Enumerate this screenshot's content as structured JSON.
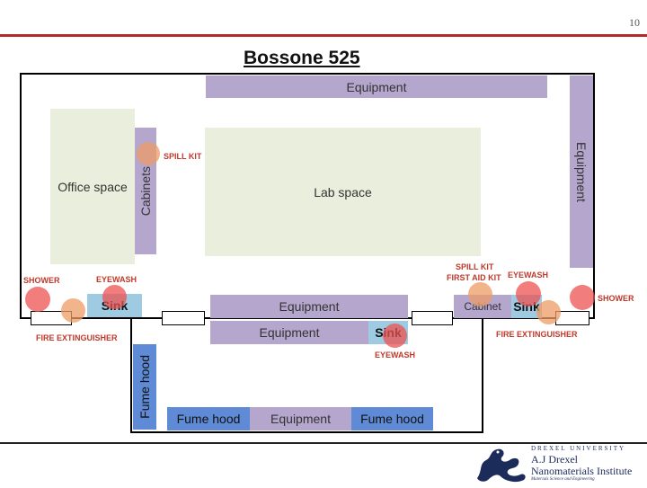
{
  "page_number": "10",
  "title": "Bossone 525",
  "areas": {
    "equipment_top": "Equipment",
    "equipment_right": "Equipment",
    "office": "Office space",
    "cabinets": "Cabinets",
    "lab": "Lab space",
    "equipment_mid_upper": "Equipment",
    "equipment_mid_lower": "Equipment",
    "sink_left": "Sink",
    "sink_center": "Sink",
    "sink_right": "Sink",
    "cabinet_right": "Cabinet",
    "fume_hood_vertical": "Fume hood",
    "fume_hood_bottom_left": "Fume hood",
    "equipment_bottom": "Equipment",
    "fume_hood_bottom_right": "Fume hood"
  },
  "safety_labels": {
    "spill_kit_top": "SPILL KIT",
    "shower_left": "SHOWER",
    "eyewash_left": "EYEWASH",
    "fire_ext_left": "FIRE EXTINGUISHER",
    "eyewash_center": "EYEWASH",
    "spill_kit_right": "SPILL KIT",
    "first_aid_kit": "FIRST AID KIT",
    "eyewash_right": "EYEWASH",
    "shower_right": "SHOWER",
    "fire_ext_right": "FIRE EXTINGUISHER"
  },
  "colors": {
    "equipment": "#b4a6cd",
    "office": "#e9efdc",
    "fume_hood": "#5f8bd6",
    "sink": "#9ecbe2",
    "safety_red": "#ec5252",
    "safety_orange": "#ee9b64",
    "label_red": "#c0392b",
    "header_rule": "#b22a2a"
  },
  "logo": {
    "university": "DREXEL UNIVERSITY",
    "line1": "A.J Drexel",
    "line2": "Nanomaterials Institute",
    "line3": "Materials Science and Engineering",
    "icon": "dragon-icon"
  }
}
